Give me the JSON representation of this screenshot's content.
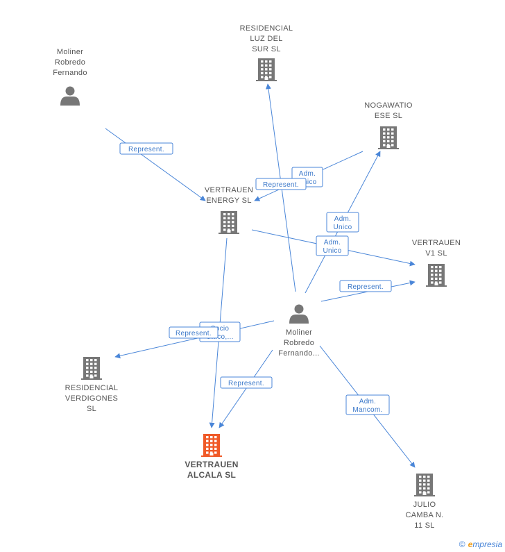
{
  "colors": {
    "edge": "#4a86d8",
    "node": "#777777",
    "highlight": "#f05a28",
    "label": "#555555"
  },
  "nodes": [
    {
      "id": "moliner1",
      "kind": "person",
      "lines": [
        "Moliner",
        "Robredo",
        "Fernando"
      ]
    },
    {
      "id": "residencial_luz",
      "kind": "company",
      "lines": [
        "RESIDENCIAL",
        "LUZ DEL",
        "SUR SL"
      ]
    },
    {
      "id": "nogawatio",
      "kind": "company",
      "lines": [
        "NOGAWATIO",
        "ESE SL"
      ]
    },
    {
      "id": "vtr_energy",
      "kind": "company",
      "lines": [
        "VERTRAUEN",
        "ENERGY SL"
      ]
    },
    {
      "id": "vtr_v1",
      "kind": "company",
      "lines": [
        "VERTRAUEN",
        "V1 SL"
      ]
    },
    {
      "id": "moliner2",
      "kind": "person",
      "lines": [
        "Moliner",
        "Robredo",
        "Fernando..."
      ]
    },
    {
      "id": "residencial_verd",
      "kind": "company",
      "lines": [
        "RESIDENCIAL",
        "VERDIGONES",
        "SL"
      ]
    },
    {
      "id": "vtr_alcala",
      "kind": "company",
      "highlight": true,
      "lines": [
        "VERTRAUEN",
        "ALCALA SL"
      ]
    },
    {
      "id": "julio",
      "kind": "company",
      "lines": [
        "JULIO",
        "CAMBA N.",
        "11 SL"
      ]
    }
  ],
  "edges": [
    {
      "from": "moliner1",
      "to": "vtr_energy",
      "label": [
        "Represent."
      ]
    },
    {
      "from": "nogawatio",
      "to": "vtr_energy",
      "label": [
        "Adm.",
        "Unico"
      ]
    },
    {
      "from": "moliner2",
      "to": "residencial_luz",
      "label": [
        "Represent."
      ]
    },
    {
      "from": "moliner2",
      "to": "nogawatio",
      "label": [
        "Adm.",
        "Unico"
      ]
    },
    {
      "from": "vtr_energy",
      "to": "vtr_v1",
      "label": [
        "Adm.",
        "Unico"
      ]
    },
    {
      "from": "moliner2",
      "to": "vtr_v1",
      "label": [
        "Represent."
      ]
    },
    {
      "from": "vtr_energy",
      "to": "vtr_alcala",
      "label": [
        "Socio",
        "Único,..."
      ]
    },
    {
      "from": "moliner2",
      "to": "residencial_verd",
      "label": [
        "Represent."
      ]
    },
    {
      "from": "moliner2",
      "to": "vtr_alcala",
      "label": [
        "Represent."
      ]
    },
    {
      "from": "moliner2",
      "to": "julio",
      "label": [
        "Adm.",
        "Mancom."
      ]
    }
  ],
  "footer": {
    "copyright": "©",
    "brand_initial": "e",
    "brand_rest": "mpresia"
  }
}
